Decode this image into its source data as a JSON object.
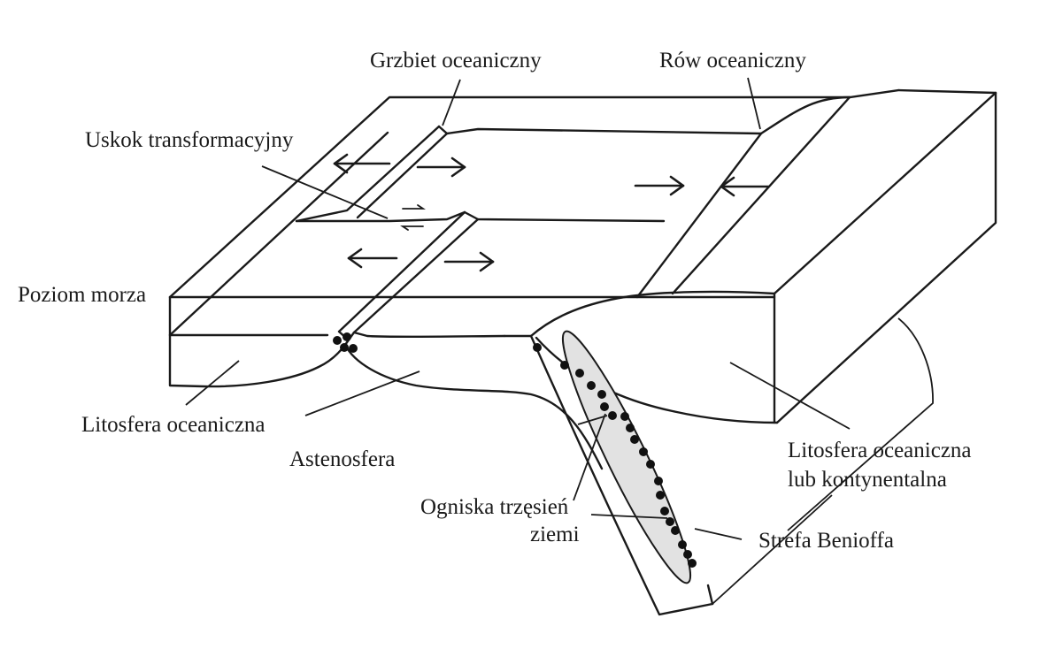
{
  "labels": {
    "ridge": "Grzbiet oceaniczny",
    "trench": "Rów oceaniczny",
    "transform_fault": "Uskok transformacyjny",
    "sea_level": "Poziom morza",
    "oceanic_lithosphere": "Litosfera oceaniczna",
    "asthenosphere": "Astenosfera",
    "earthquake_foci_line1": "Ogniska trzęsień",
    "earthquake_foci_line2": "ziemi",
    "benioff_zone": "Strefa Benioffa",
    "oceanic_or_continental_line1": "Litosfera oceaniczna",
    "oceanic_or_continental_line2": "lub kontynentalna"
  },
  "colors": {
    "line": "#1a1a1a",
    "benioff_fill": "#e2e2e2",
    "quake": "#111111"
  }
}
